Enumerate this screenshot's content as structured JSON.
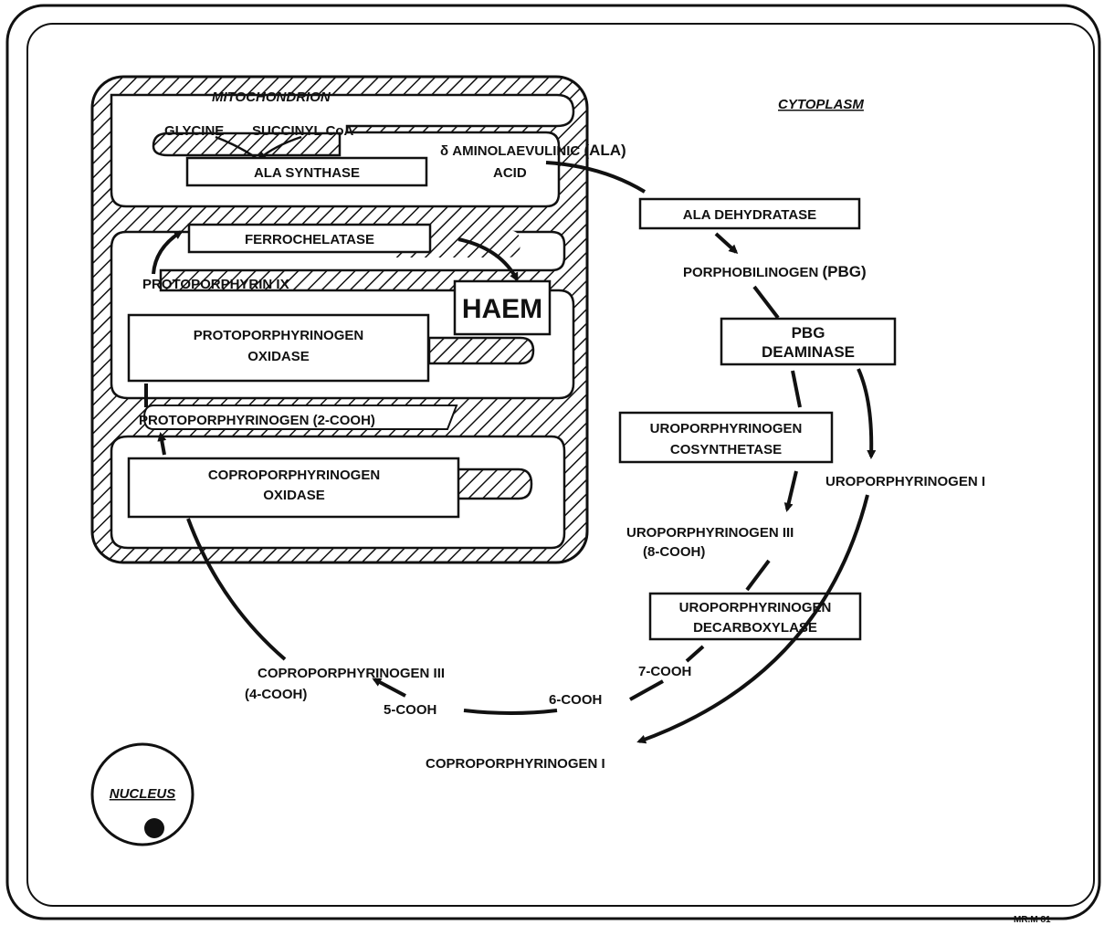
{
  "colors": {
    "ink": "#111111",
    "paper": "#ffffff"
  },
  "compartments": {
    "mitochondrion": "MITOCHONDRION",
    "cytoplasm": "CYTOPLASM",
    "nucleus": "NUCLEUS"
  },
  "mito": {
    "glycine": "GLYCINE",
    "succinyl": "SUCCINYL CoA",
    "ala_synthase": "ALA  SYNTHASE",
    "ferrochelatase": "FERROCHELATASE",
    "protoporphyrin": "PROTOPORPHYRIN IX",
    "haem": "HAEM",
    "protox_l1": "PROTOPORPHYRINOGEN",
    "protox_l2": "OXIDASE",
    "protogen": "PROTOPORPHYRINOGEN (2-COOH)",
    "coprox_l1": "COPROPORPHYRINOGEN",
    "coprox_l2": "OXIDASE"
  },
  "cyto": {
    "ala_l1_prefix": "δ AMINOLAEVULINIC ",
    "ala_l1_abbr": "(ALA)",
    "ala_l2": "ACID",
    "ala_dehydratase": "ALA DEHYDRATASE",
    "pbg_name": "PORPHOBILINOGEN ",
    "pbg_abbr": "(PBG)",
    "pbg_deam_l1": "PBG",
    "pbg_deam_l2": "DEAMINASE",
    "uro_cosyn_l1": "UROPORPHYRINOGEN",
    "uro_cosyn_l2": "COSYNTHETASE",
    "uro_I": "UROPORPHYRINOGEN I",
    "uro_III_l1": "UROPORPHYRINOGEN III",
    "uro_III_l2": "(8-COOH)",
    "uro_decarb_l1": "UROPORPHYRINOGEN",
    "uro_decarb_l2": "DECARBOXYLASE",
    "c7": "7-COOH",
    "c6": "6-COOH",
    "c5": "5-COOH",
    "copro_III_l1": "COPROPORPHYRINOGEN III",
    "copro_III_l2": "(4-COOH)",
    "copro_I": "COPROPORPHYRINOGEN I"
  },
  "corner_tag": "MR.M 81·"
}
